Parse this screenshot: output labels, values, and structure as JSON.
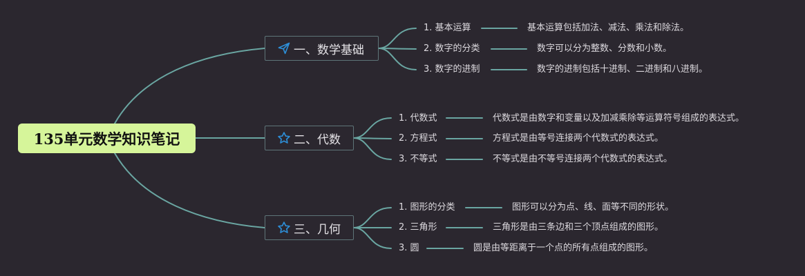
{
  "colors": {
    "background": "#2b272f",
    "root_fill": "#d6f59a",
    "connector": "#6aa6a2",
    "node_border": "#5f7579",
    "icon": "#2d8fd8",
    "text": "#dcd9de"
  },
  "root": {
    "label": "135单元数学知识笔记"
  },
  "branches": [
    {
      "label": "一、数学基础",
      "icon": "paper-plane-icon",
      "children": [
        {
          "label": "1. 基本运算",
          "desc": "基本运算包括加法、减法、乘法和除法。"
        },
        {
          "label": "2. 数字的分类",
          "desc": "数字可以分为整数、分数和小数。"
        },
        {
          "label": "3. 数字的进制",
          "desc": "数字的进制包括十进制、二进制和八进制。"
        }
      ]
    },
    {
      "label": "二、代数",
      "icon": "star-icon",
      "children": [
        {
          "label": "1. 代数式",
          "desc": "代数式是由数字和变量以及加减乘除等运算符号组成的表达式。"
        },
        {
          "label": "2. 方程式",
          "desc": "方程式是由等号连接两个代数式的表达式。"
        },
        {
          "label": "3. 不等式",
          "desc": "不等式是由不等号连接两个代数式的表达式。"
        }
      ]
    },
    {
      "label": "三、几何",
      "icon": "star-icon",
      "children": [
        {
          "label": "1. 图形的分类",
          "desc": "图形可以分为点、线、面等不同的形状。"
        },
        {
          "label": "2. 三角形",
          "desc": "三角形是由三条边和三个顶点组成的图形。"
        },
        {
          "label": "3. 圆",
          "desc": "圆是由等距离于一个点的所有点组成的图形。"
        }
      ]
    }
  ]
}
